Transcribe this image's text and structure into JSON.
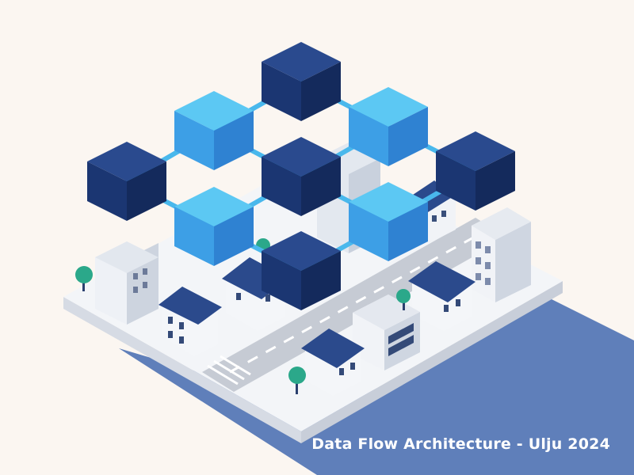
{
  "caption": "Data Flow Architecture - Ulju 2024",
  "colors": {
    "background": "#fbf6f1",
    "shadow": "#5f7fba",
    "platform_top": "#f4f6f9",
    "platform_side": "#d8dde6",
    "road": "#c6cbd4",
    "cube_dark": "#1c3a78",
    "cube_light": "#3eb6ec",
    "connector": "#49b8ec",
    "roof": "#2b4a8c",
    "tree": "#2ba88a"
  },
  "nodes": [
    {
      "id": "top-center",
      "tone": "dark"
    },
    {
      "id": "upper-left",
      "tone": "light"
    },
    {
      "id": "upper-right",
      "tone": "light"
    },
    {
      "id": "left",
      "tone": "dark"
    },
    {
      "id": "center",
      "tone": "dark"
    },
    {
      "id": "right",
      "tone": "dark"
    },
    {
      "id": "lower-left",
      "tone": "light"
    },
    {
      "id": "lower-right",
      "tone": "light"
    },
    {
      "id": "bottom-center",
      "tone": "dark"
    }
  ],
  "links": [
    [
      "top-center",
      "upper-left"
    ],
    [
      "top-center",
      "upper-right"
    ],
    [
      "upper-left",
      "left"
    ],
    [
      "upper-left",
      "center"
    ],
    [
      "upper-right",
      "center"
    ],
    [
      "upper-right",
      "right"
    ],
    [
      "left",
      "lower-left"
    ],
    [
      "center",
      "lower-left"
    ],
    [
      "center",
      "lower-right"
    ],
    [
      "right",
      "lower-right"
    ],
    [
      "lower-left",
      "bottom-center"
    ],
    [
      "lower-right",
      "bottom-center"
    ]
  ]
}
